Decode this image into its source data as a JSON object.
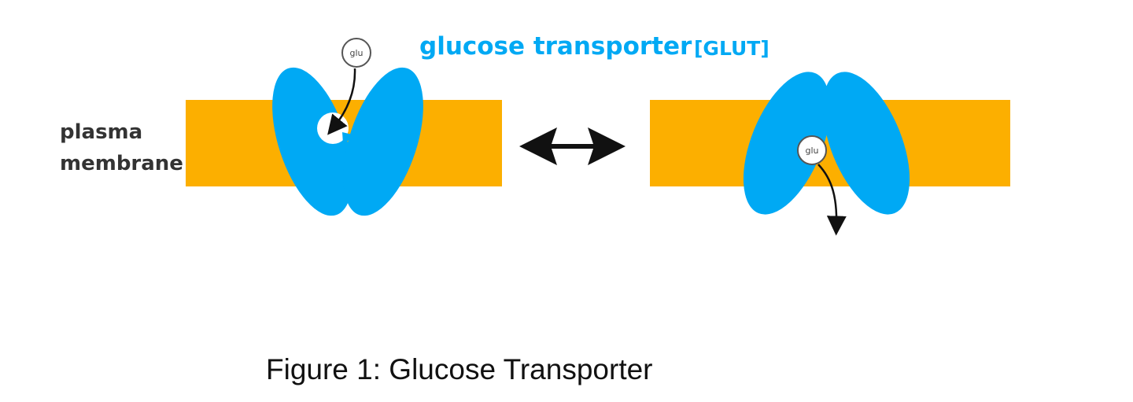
{
  "title": {
    "name": "glucose transporter",
    "abbreviation": "[GLUT]"
  },
  "membrane_label": {
    "line1": "plasma",
    "line2": "membrane"
  },
  "molecule_label": "glu",
  "caption": "Figure 1: Glucose Transporter",
  "colors": {
    "membrane": "#FCAF00",
    "transporter": "#00A9F4",
    "title": "#00A9F4",
    "arrow": "#111111"
  }
}
